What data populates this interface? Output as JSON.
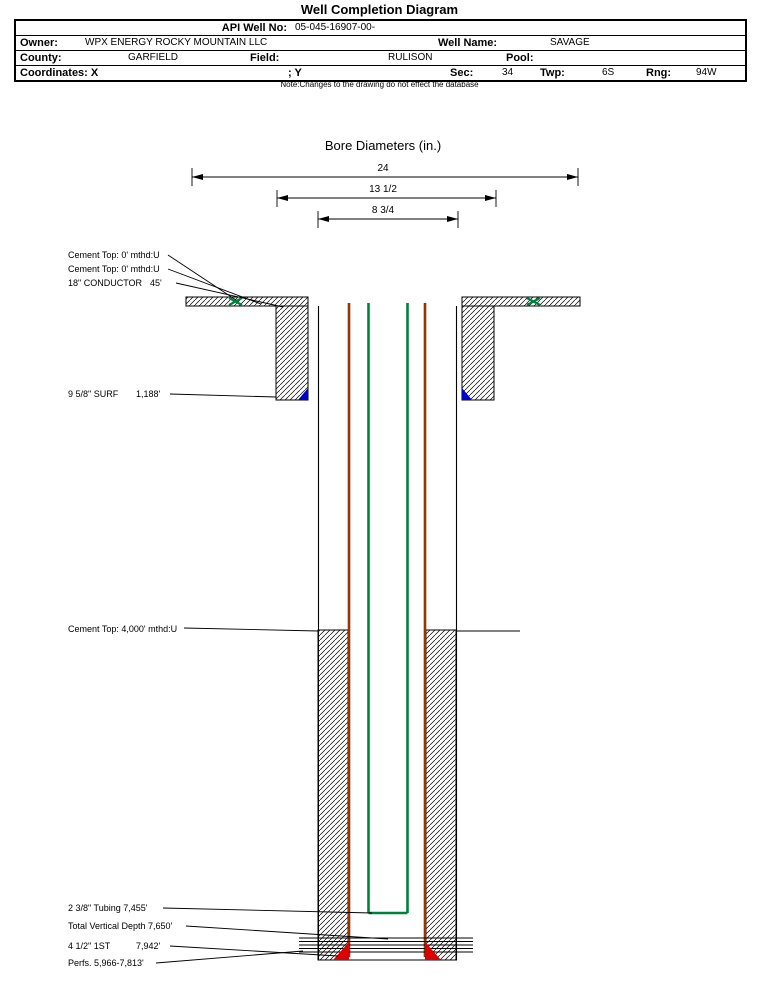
{
  "title": "Well Completion Diagram",
  "header": {
    "api_label": "API Well No:",
    "api_value": "05-045-16907-00-",
    "owner_label": "Owner:",
    "owner_value": "WPX ENERGY ROCKY MOUNTAIN LLC",
    "well_name_label": "Well Name:",
    "well_name_value": "SAVAGE",
    "county_label": "County:",
    "county_value": "GARFIELD",
    "field_label": "Field:",
    "field_value": "RULISON",
    "pool_label": "Pool:",
    "coordinates_label": "Coordinates: X",
    "coordinates_y": "; Y",
    "sec_label": "Sec:",
    "sec_value": "34",
    "twp_label": "Twp:",
    "twp_value": "6S",
    "rng_label": "Rng:",
    "rng_value": "94W",
    "note": "Note:Changes to the drawing do not effect the database"
  },
  "diagram": {
    "bore_title": "Bore Diameters (in.)",
    "dims": {
      "d24": "24",
      "d13_5": "13 1/2",
      "d8_75": "8 3/4"
    },
    "labels": {
      "cement_top_0_a": "Cement Top: 0' mthd:U",
      "cement_top_0_b": "Cement Top: 0' mthd:U",
      "conductor_label": "18\" CONDUCTOR",
      "conductor_depth": "45'",
      "surf_label": "9 5/8\" SURF",
      "surf_depth": "1,188'",
      "cement_top_4000": "Cement Top: 4,000' mthd:U",
      "tubing": "2 3/8\" Tubing 7,455'",
      "tvd": "Total Vertical Depth 7,650'",
      "casing1_label": "4 1/2\" 1ST",
      "casing1_depth": "7,942'",
      "perfs": "Perfs. 5,966-7,813'"
    },
    "colors": {
      "tubing_green": "#008040",
      "casing_brown": "#993300",
      "cement_blue": "#0000cc",
      "shoe_red": "#dd0000",
      "marker_green": "#008040"
    }
  }
}
